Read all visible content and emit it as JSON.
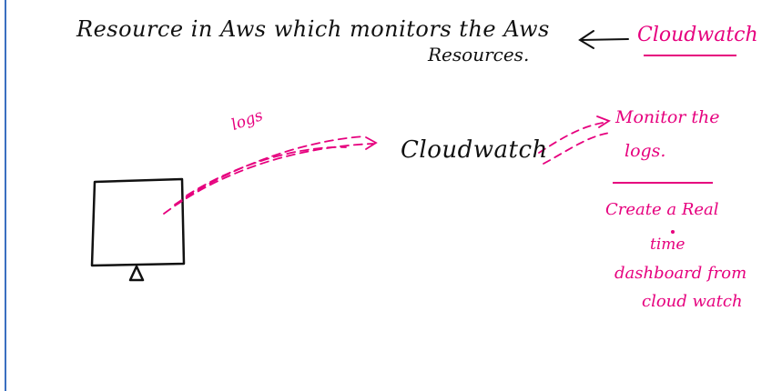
{
  "heading": {
    "line1": "Resource in Aws which monitors the Aws",
    "line2": "Resources.",
    "answer": "Cloudwatch"
  },
  "diagram": {
    "logs_label": "logs",
    "center_label": "Cloudwatch",
    "monitor_line1": "Monitor the",
    "monitor_line2": "logs.",
    "dashboard_line1": "Create a Real",
    "dashboard_line2": "time",
    "dashboard_line3": "dashboard from",
    "dashboard_line4": "cloud watch"
  },
  "colors": {
    "ink": "#111111",
    "highlight": "#e6007e",
    "page_rule": "#3b6fc0"
  }
}
